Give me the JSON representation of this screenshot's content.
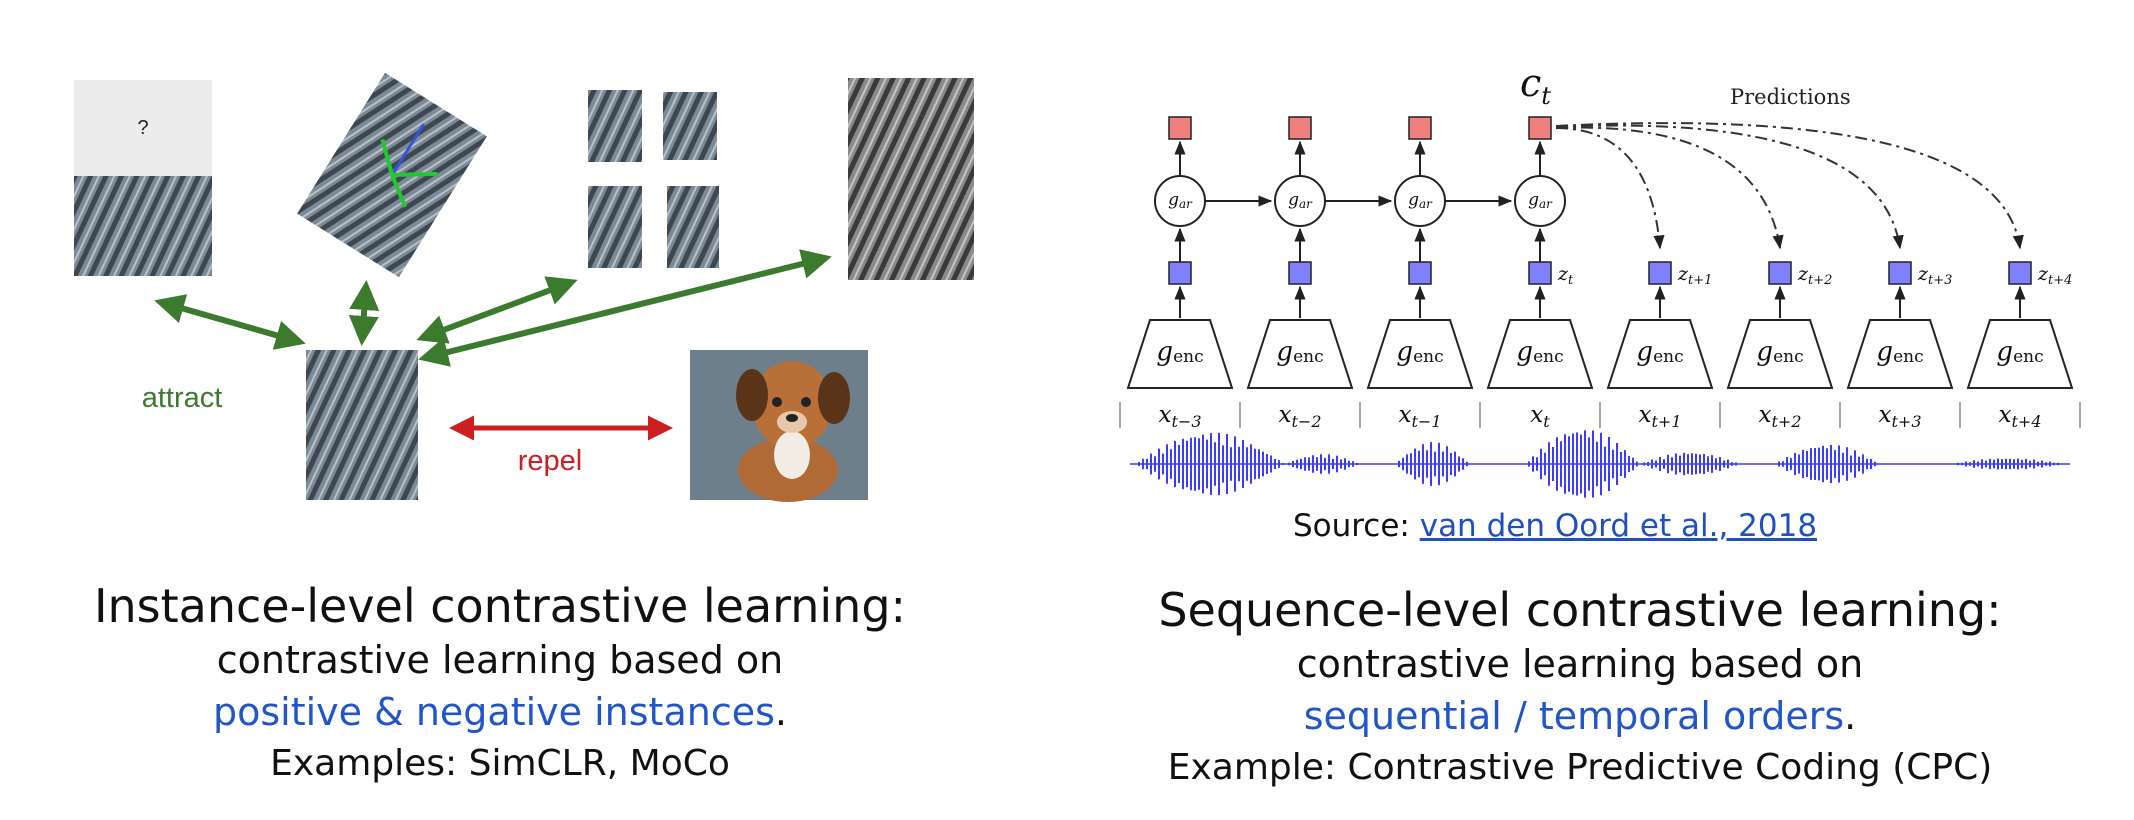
{
  "left_diagram": {
    "question_mark": "?",
    "attract_label": "attract",
    "repel_label": "repel",
    "colors": {
      "attract": "#3c7a2e",
      "repel": "#cc1f1f"
    }
  },
  "right_diagram": {
    "context_label": "c",
    "context_subscript": "t",
    "predictions_label": "Predictions",
    "gar_label": "g",
    "gar_subscript": "ar",
    "genc_label": "g",
    "genc_subscript": "enc",
    "latent_labels": [
      {
        "base": "z",
        "sub": "t"
      },
      {
        "base": "z",
        "sub": "t+1"
      },
      {
        "base": "z",
        "sub": "t+2"
      },
      {
        "base": "z",
        "sub": "t+3"
      },
      {
        "base": "z",
        "sub": "t+4"
      }
    ],
    "input_labels": [
      {
        "base": "x",
        "sub": "t−3"
      },
      {
        "base": "x",
        "sub": "t−2"
      },
      {
        "base": "x",
        "sub": "t−1"
      },
      {
        "base": "x",
        "sub": "t"
      },
      {
        "base": "x",
        "sub": "t+1"
      },
      {
        "base": "x",
        "sub": "t+2"
      },
      {
        "base": "x",
        "sub": "t+3"
      },
      {
        "base": "x",
        "sub": "t+4"
      }
    ],
    "colors": {
      "context": "#f08080",
      "latent": "#7f7fff",
      "waveform": "#3b3bff"
    }
  },
  "source": {
    "prefix": "Source: ",
    "link_text": "van den Oord et al., 2018"
  },
  "left_caption": {
    "title": "Instance-level contrastive learning:",
    "line1": "contrastive learning based on",
    "highlight": "positive & negative instances",
    "period": ".",
    "examples": "Examples: SimCLR, MoCo"
  },
  "right_caption": {
    "title": "Sequence-level contrastive learning:",
    "line1": "contrastive learning based on",
    "highlight": "sequential / temporal orders",
    "period": ".",
    "examples": "Example: Contrastive Predictive Coding (CPC)"
  }
}
